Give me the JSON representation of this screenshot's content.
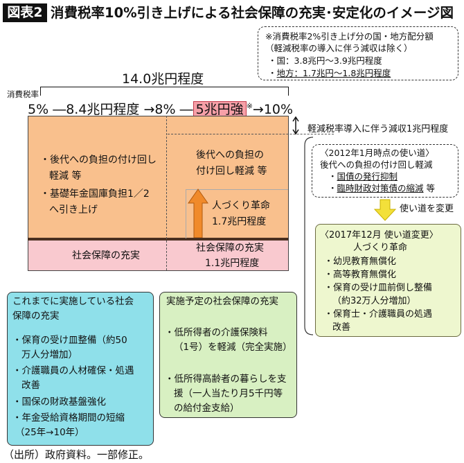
{
  "header": {
    "badge": "図表2",
    "title": "消費税率10%引き上げによる社会保障の充実･安定化のイメージ図"
  },
  "note_box": {
    "line1": "※消費税率2%引き上げ分の国・地方配分額",
    "line2": "（軽減税率の導入に伴う減収は除く）",
    "line3_prefix": "・",
    "line3": "国：3.8兆円～3.9兆円程度",
    "line4_prefix": "・",
    "line4": "地方：1.7兆円～1.8兆円程度"
  },
  "totals": {
    "total": "14.0兆円程度",
    "tax_rate_label": "消費税率",
    "rate_5": "5%",
    "dash1": "―",
    "amount1": "8.4兆円程度",
    "arrow1": "→",
    "rate_8": "8%",
    "dash2": "―",
    "amount2": "5兆円強",
    "asterisk": "※",
    "arrow2": "→",
    "rate_10": "10%"
  },
  "stack": {
    "left_item1_line1": "・後代への負担の付け回し",
    "left_item1_line2": "軽減 等",
    "left_item2_line1": "・基礎年金国庫負担1／2",
    "left_item2_line2": "へ引き上げ",
    "right_line1": "後代への負担の",
    "right_line2": "付け回し軽減 等",
    "hito_line1": "人づくり革命",
    "hito_line2": "1.7兆円程度",
    "bottom_left": "社会保障の充実",
    "bottom_right_line1": "社会保障の充実",
    "bottom_right_line2": "1.1兆円程度"
  },
  "reduction_label": "軽減税率導入に伴う減収1兆円程度",
  "usage_box": {
    "line1": "〈2012年1月時点の使い道〉",
    "line2": "後代への負担の付け回し軽減",
    "item1": "国債の発行抑制",
    "item2": "臨時財政対策債の縮減",
    "item2_suffix": " 等"
  },
  "change_label": "使い道を変更",
  "changed_box": {
    "line1": "〈2017年12月 使い道変更〉",
    "line2": "人づくり革命",
    "item1": "・幼児教育無償化",
    "item2": "・高等教育無償化",
    "item3_line1": "・保育の受け皿前倒し整備",
    "item3_line2": "（約32万人分増加）",
    "item4_line1": "・保育士・介護職員の処遇",
    "item4_line2": "改善"
  },
  "implemented_box": {
    "title_line1": "これまでに実施している社会",
    "title_line2": "保障の充実",
    "item1_line1": "・保育の受け皿整備（約50",
    "item1_line2": "万人分増加）",
    "item2_line1": "・介護職員の人材確保・処遇",
    "item2_line2": "改善",
    "item3": "・国保の財政基盤強化",
    "item4_line1": "・年金受給資格期間の短縮",
    "item4_line2": "（25年→10年）"
  },
  "planned_box": {
    "title": "実施予定の社会保障の充実",
    "item1_line1": "・低所得者の介護保険料",
    "item1_line2": "（1号）を軽減（完全実施）",
    "item2_line1": "・低所得高齢者の暮らしを支",
    "item2_line2": "援（一人当たり月5千円等",
    "item2_line3": "の給付金支給）"
  },
  "source": "（出所）政府資料。一部修正。",
  "colors": {
    "orange_fill": "#f9c08d",
    "pink_fill": "#f9c9cf",
    "arrow_orange": "#f08a2a",
    "yellow_arrow": "#f3e03a",
    "teal_fill": "#8fe0ea",
    "light_green_fill": "#d8f0c2",
    "pale_green_fill": "#eef7cf"
  }
}
